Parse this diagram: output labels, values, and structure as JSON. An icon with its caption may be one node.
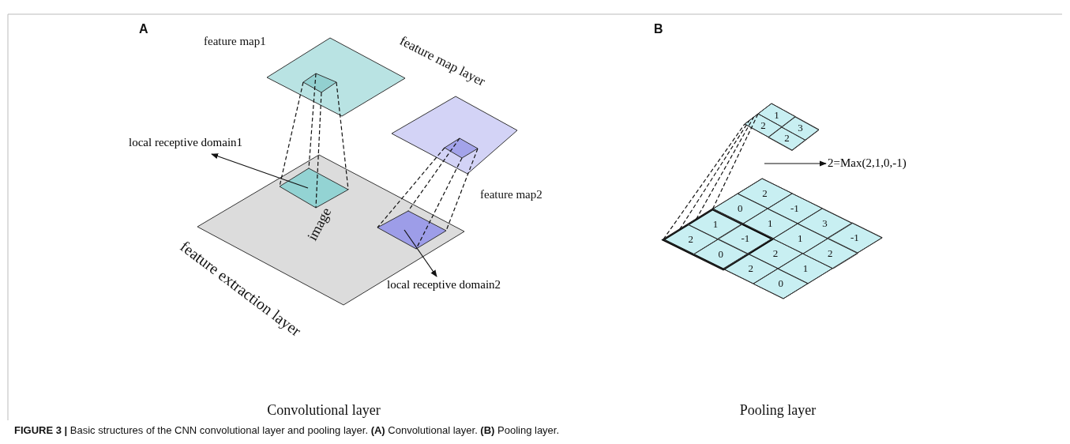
{
  "diagram": {
    "caption": "**FIGURE 3 |** Basic structures of the CNN convolutional layer and pooling layer. **(A)** Convolutional layer. **(B)** Pooling layer.",
    "nodes": [
      {
        "text": [
          "feature map1"
        ]
      },
      {
        "text": [],
        "shape": "diamond",
        "in": 0
      },
      {
        "text": [
          "feature map2"
        ]
      },
      {
        "text": [],
        "shape": "diamond",
        "in": 2
      },
      {
        "text": [
          "image"
        ]
      },
      {
        "text": [],
        "shape": "diamond",
        "in": 4
      },
      {
        "text": [],
        "shape": "diamond",
        "in": 4
      },
      {
        "text": [
          "local receptive domain1"
        ]
      },
      {
        "text": [
          "local receptive domain2"
        ]
      },
      {
        "text": [],
        "shape": "diamond"
      },
      {
        "text": [
          "2"
        ],
        "in": 9
      },
      {
        "text": [
          "1"
        ],
        "in": 9
      },
      {
        "text": [
          "2"
        ],
        "in": 9
      },
      {
        "text": [
          "3"
        ],
        "in": 9
      },
      {
        "text": [],
        "shape": "diamond"
      },
      {
        "text": [],
        "shape": "diamond",
        "in": 14
      },
      {
        "text": [
          "2"
        ],
        "in": 15
      },
      {
        "text": [
          "1"
        ],
        "in": 15
      },
      {
        "text": [
          "0"
        ],
        "in": 15
      },
      {
        "text": [
          "-1"
        ],
        "in": 15
      },
      {
        "text": [
          "0"
        ],
        "in": 14
      },
      {
        "text": [
          "2"
        ],
        "in": 14
      },
      {
        "text": [
          "1"
        ],
        "in": 14
      },
      {
        "text": [
          "-1"
        ],
        "in": 14
      },
      {
        "text": [
          "2"
        ],
        "in": 14
      },
      {
        "text": [
          "2"
        ],
        "in": 14
      },
      {
        "text": [
          "1"
        ],
        "in": 14
      },
      {
        "text": [
          "3"
        ],
        "in": 14
      },
      {
        "text": [
          "0"
        ],
        "in": 14
      },
      {
        "text": [
          "1"
        ],
        "in": 14
      },
      {
        "text": [
          "2"
        ],
        "in": 14
      },
      {
        "text": [
          "-1"
        ],
        "in": 14
      },
      {
        "text": [
          "2=Max(2,1,0,-1)"
        ]
      }
    ],
    "edges": [
      {
        "from": 5,
        "to": 7,
        "arrow": "to"
      },
      {
        "from": 6,
        "to": 8,
        "arrow": "to"
      },
      {
        "from": 1,
        "to": 5,
        "arrow": "none",
        "style": "dashed"
      },
      {
        "from": 1,
        "to": 5,
        "arrow": "none",
        "style": "dashed"
      },
      {
        "from": 1,
        "to": 5,
        "arrow": "none",
        "style": "dashed"
      },
      {
        "from": 1,
        "to": 5,
        "arrow": "none",
        "style": "dashed"
      },
      {
        "from": 3,
        "to": 6,
        "arrow": "none",
        "style": "dashed"
      },
      {
        "from": 3,
        "to": 6,
        "arrow": "none",
        "style": "dashed"
      },
      {
        "from": 3,
        "to": 6,
        "arrow": "none",
        "style": "dashed"
      },
      {
        "from": 3,
        "to": 6,
        "arrow": "none",
        "style": "dashed"
      },
      {
        "from": 15,
        "to": 10,
        "arrow": "none",
        "style": "dashed"
      },
      {
        "from": 15,
        "to": 10,
        "arrow": "none",
        "style": "dashed"
      },
      {
        "from": 15,
        "to": 10,
        "arrow": "none",
        "style": "dashed"
      },
      {
        "from": 15,
        "to": 10,
        "arrow": "none",
        "style": "dashed"
      },
      {
        "from": null,
        "to": 32,
        "arrow": "to"
      }
    ],
    "labels": [
      "A",
      "feature map layer",
      "B",
      "feature extraction layer",
      "Convolutional layer",
      "Pooling layer"
    ]
  }
}
